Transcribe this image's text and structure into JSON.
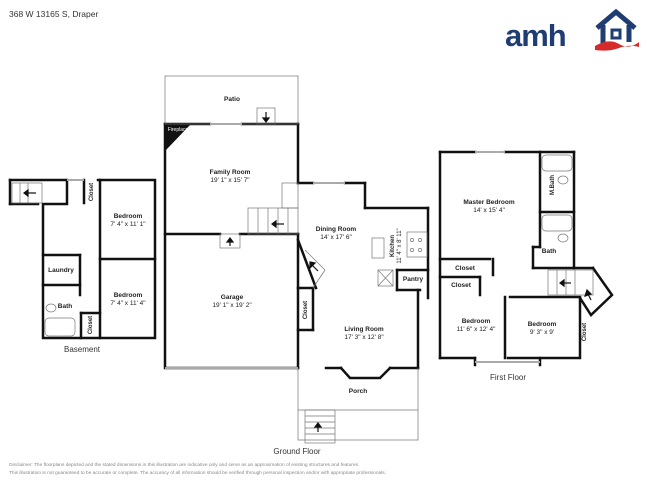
{
  "header": {
    "address": "368 W 13165 S, Draper",
    "logo_text": "amh",
    "brand_colors": {
      "navy": "#1f3d72",
      "red": "#d42a2a"
    }
  },
  "floors": [
    {
      "name": "Basement",
      "rooms": [
        {
          "name": "Bedroom",
          "dims": "7' 4\" x 11' 1\""
        },
        {
          "name": "Bedroom",
          "dims": "7' 4\" x 11' 4\""
        },
        {
          "name": "Laundry"
        },
        {
          "name": "Bath"
        },
        {
          "name": "Closet"
        },
        {
          "name": "Closet"
        }
      ]
    },
    {
      "name": "Ground Floor",
      "rooms": [
        {
          "name": "Patio"
        },
        {
          "name": "Fireplace"
        },
        {
          "name": "Family Room",
          "dims": "19' 1\" x 15' 7\""
        },
        {
          "name": "Garage",
          "dims": "19' 1\" x 19' 2\""
        },
        {
          "name": "Dining Room",
          "dims": "14' x 17' 6\""
        },
        {
          "name": "Kitchen",
          "dims": "11' 4\" x 8' 11\""
        },
        {
          "name": "Pantry"
        },
        {
          "name": "Closet"
        },
        {
          "name": "Living Room",
          "dims": "17' 3\" x 12' 8\""
        },
        {
          "name": "Porch"
        }
      ]
    },
    {
      "name": "First Floor",
      "rooms": [
        {
          "name": "Master Bedroom",
          "dims": "14' x 15' 4\""
        },
        {
          "name": "M.Bath"
        },
        {
          "name": "Bath"
        },
        {
          "name": "Closet"
        },
        {
          "name": "Closet"
        },
        {
          "name": "Closet"
        },
        {
          "name": "Bedroom",
          "dims": "11' 6\" x 12' 4\""
        },
        {
          "name": "Bedroom",
          "dims": "9' 3\" x 9'"
        }
      ]
    }
  ],
  "disclaimer": {
    "line1": "Disclaimer: The floorplans depicted and the stated dimensions in this illustration are indicative only and serve as an approximation of existing structures and features.",
    "line2": "This illustration is not guaranteed to be accurate or complete. The accuracy of all information should be verified through personal inspection and/or with appropriate professionals."
  }
}
